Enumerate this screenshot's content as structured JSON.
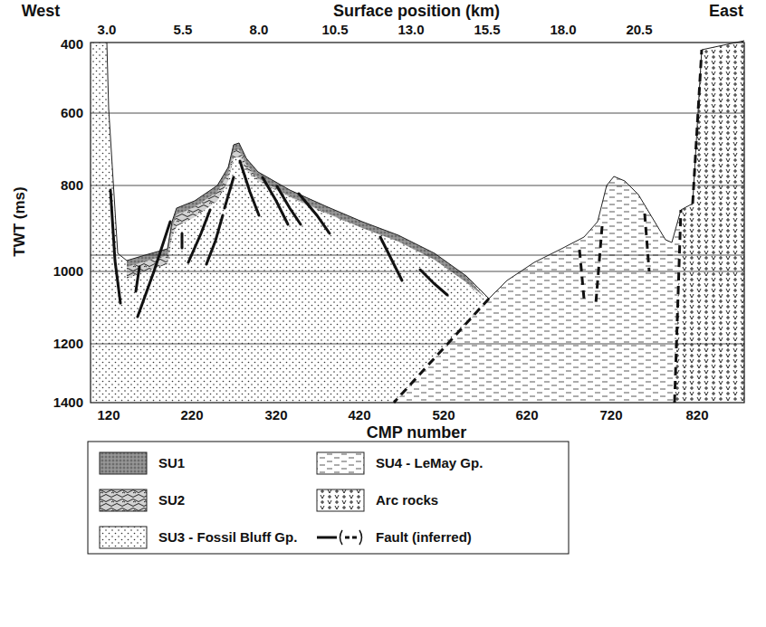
{
  "diagram": {
    "labels": [
      "West",
      "East",
      "Surface position (km)",
      "3.0",
      "5.5",
      "8.0",
      "10.5",
      "13.0",
      "15.5",
      "18.0",
      "20.5",
      "TWT (ms)",
      "400",
      "600",
      "800",
      "1000",
      "1200",
      "1400",
      "120",
      "220",
      "320",
      "420",
      "520",
      "620",
      "720",
      "820",
      "CMP number"
    ],
    "legend": [
      {
        "text": "SU1"
      },
      {
        "text": "SU2"
      },
      {
        "text": "SU3 - Fossil Bluff Gp."
      },
      {
        "text": "SU4 - LeMay Gp."
      },
      {
        "text": "Arc rocks"
      },
      {
        "text": "Fault (inferred)"
      }
    ]
  }
}
